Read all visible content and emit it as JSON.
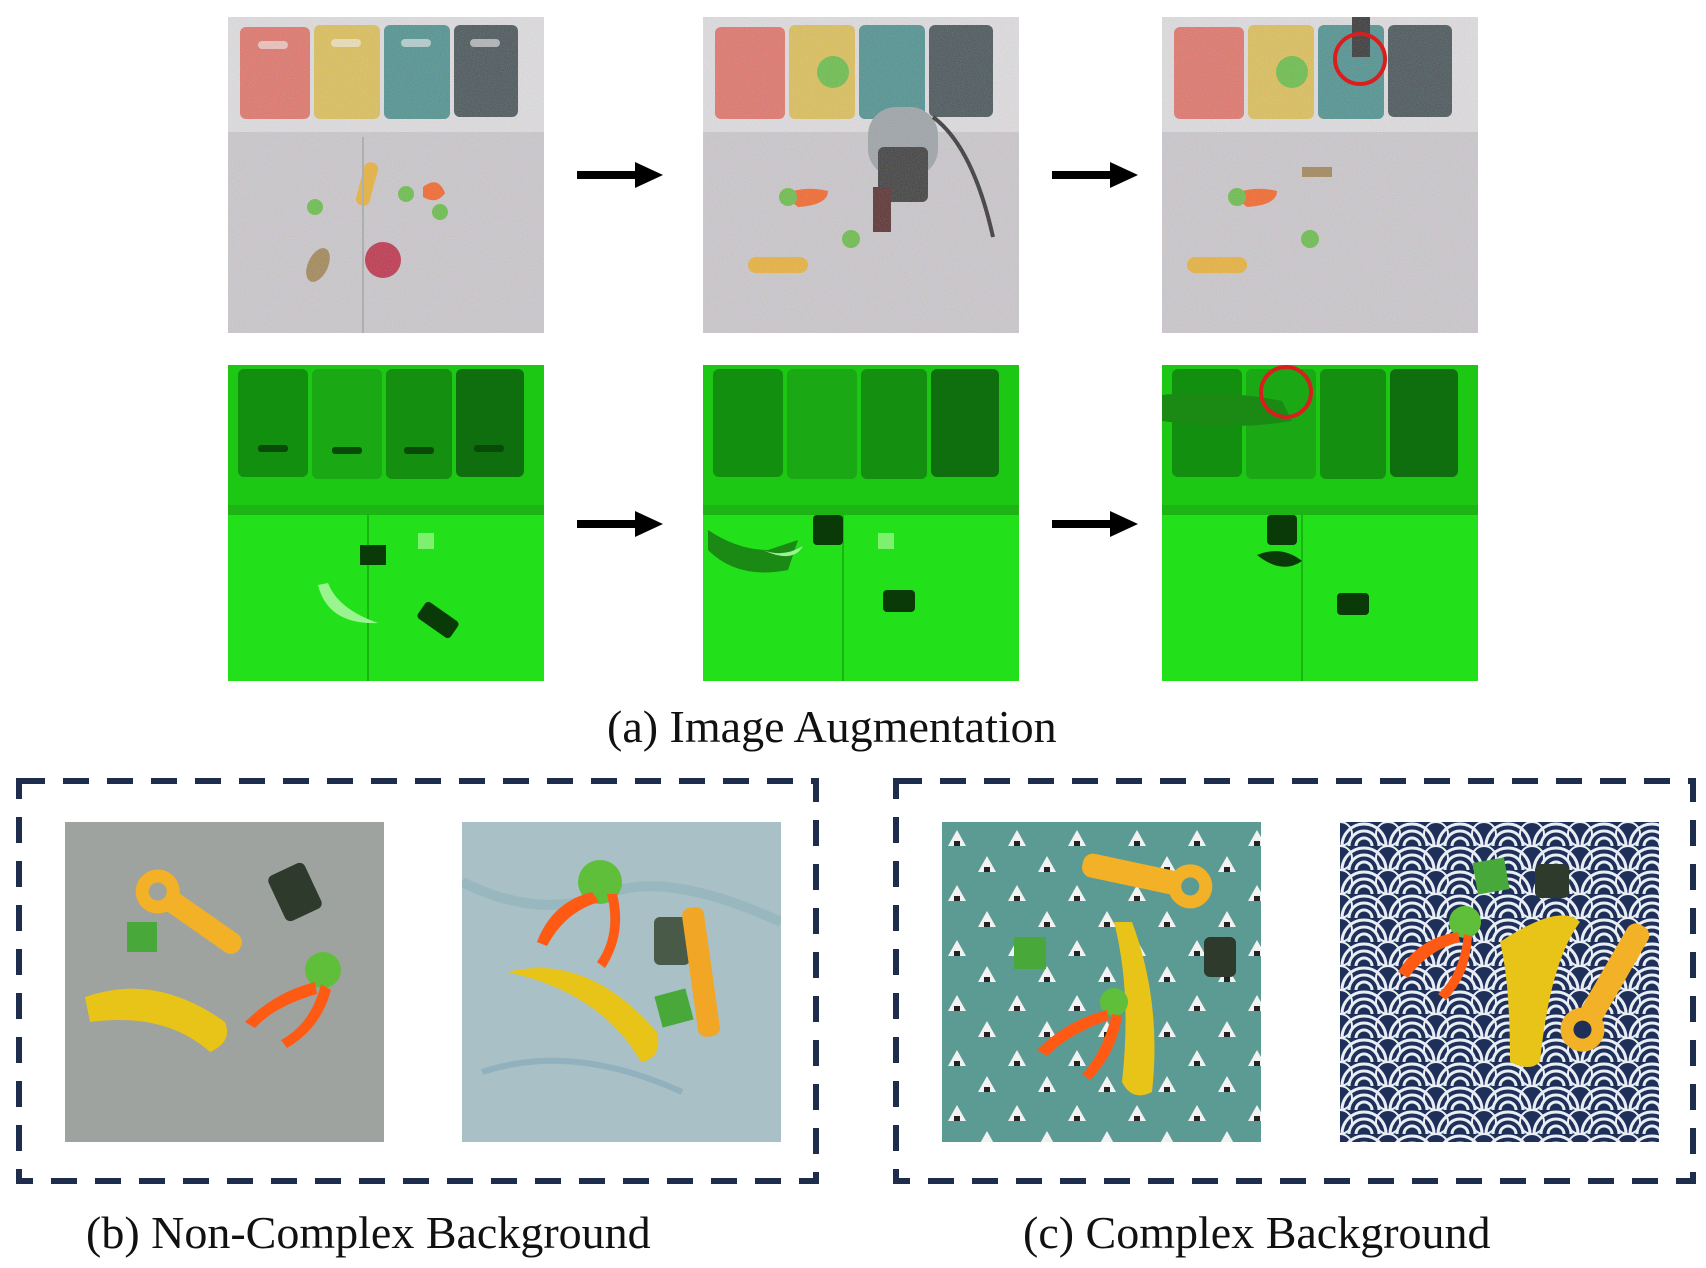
{
  "figure": {
    "caption_a": "(a) Image Augmentation",
    "caption_b": "(b) Non-Complex Background",
    "caption_c": "(c) Complex Background"
  },
  "colors": {
    "arrow": "#000000",
    "dashed_border": "#1f2d4d",
    "highlight_circle": "#d81e1e",
    "green_overlay": "#22e11a",
    "bin_red": "#e86a5e",
    "bin_yellow": "#e3c14a",
    "bin_teal": "#3f8c8a",
    "bin_dark": "#37454a",
    "toy_yellow": "#f2b126",
    "toy_orange": "#ff5a14",
    "toy_green": "#5fbf3a",
    "banana": "#e8c418"
  },
  "icons": [
    "right-arrow-icon",
    "right-arrow-icon",
    "right-arrow-icon",
    "right-arrow-icon"
  ]
}
